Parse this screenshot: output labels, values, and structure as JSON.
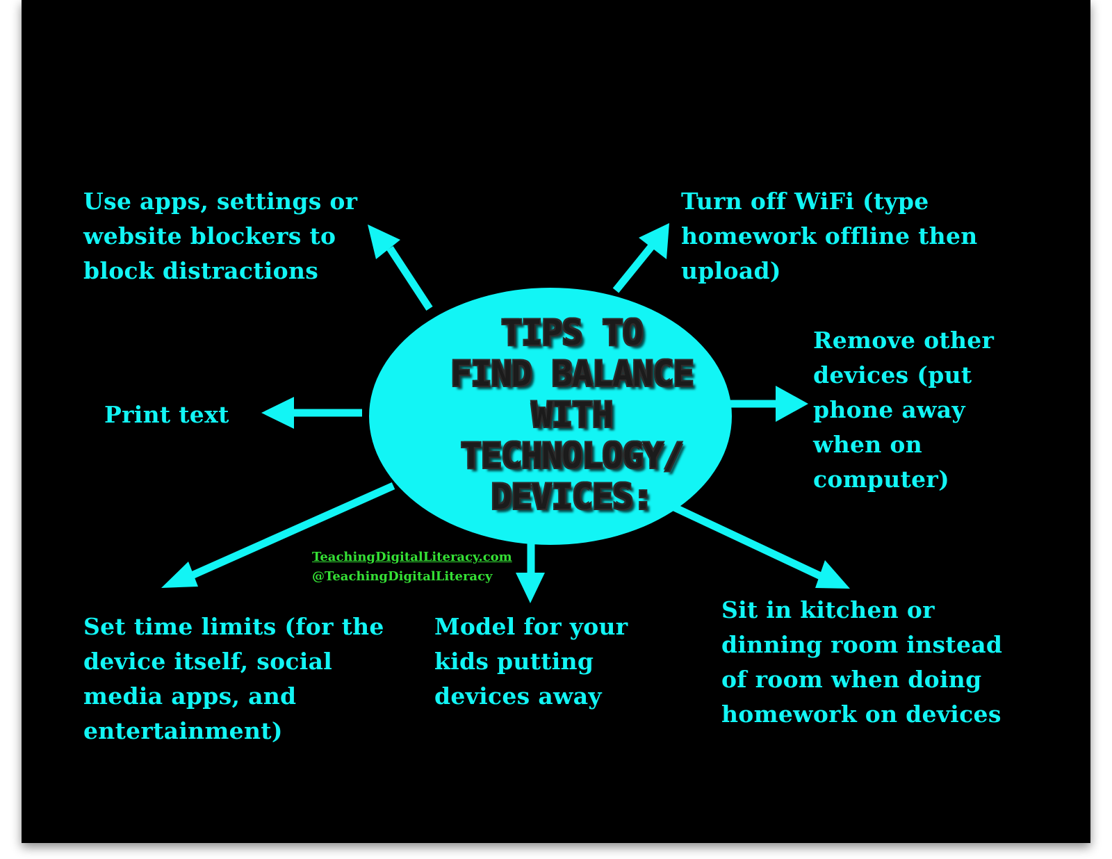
{
  "colors": {
    "background": "#000000",
    "accent": "#12f5f5",
    "title_text": "#1b1b1b",
    "credit": "#35e035"
  },
  "center": {
    "title_lines": [
      "TIPS TO",
      "FIND BALANCE",
      "WITH",
      "TECHNOLOGY/",
      "DEVICES:"
    ]
  },
  "tips": {
    "blockers": [
      "Use apps, settings or",
      "website blockers to",
      "block distractions"
    ],
    "wifi": [
      "Turn off WiFi (type",
      "homework offline then",
      "upload)"
    ],
    "remove_devices": [
      "Remove other",
      "devices (put",
      "phone away",
      "when on",
      "computer)"
    ],
    "print_text": [
      "Print text"
    ],
    "time_limits": [
      "Set time limits (for the",
      "device itself, social",
      "media apps, and",
      "entertainment)"
    ],
    "model": [
      "Model for your",
      "kids putting",
      "devices away"
    ],
    "kitchen": [
      "Sit in kitchen or",
      "dinning room instead",
      "of room when doing",
      "homework on devices"
    ]
  },
  "credits": {
    "url": "TeachingDigitalLiteracy.com",
    "handle": "@TeachingDigitalLiteracy"
  }
}
